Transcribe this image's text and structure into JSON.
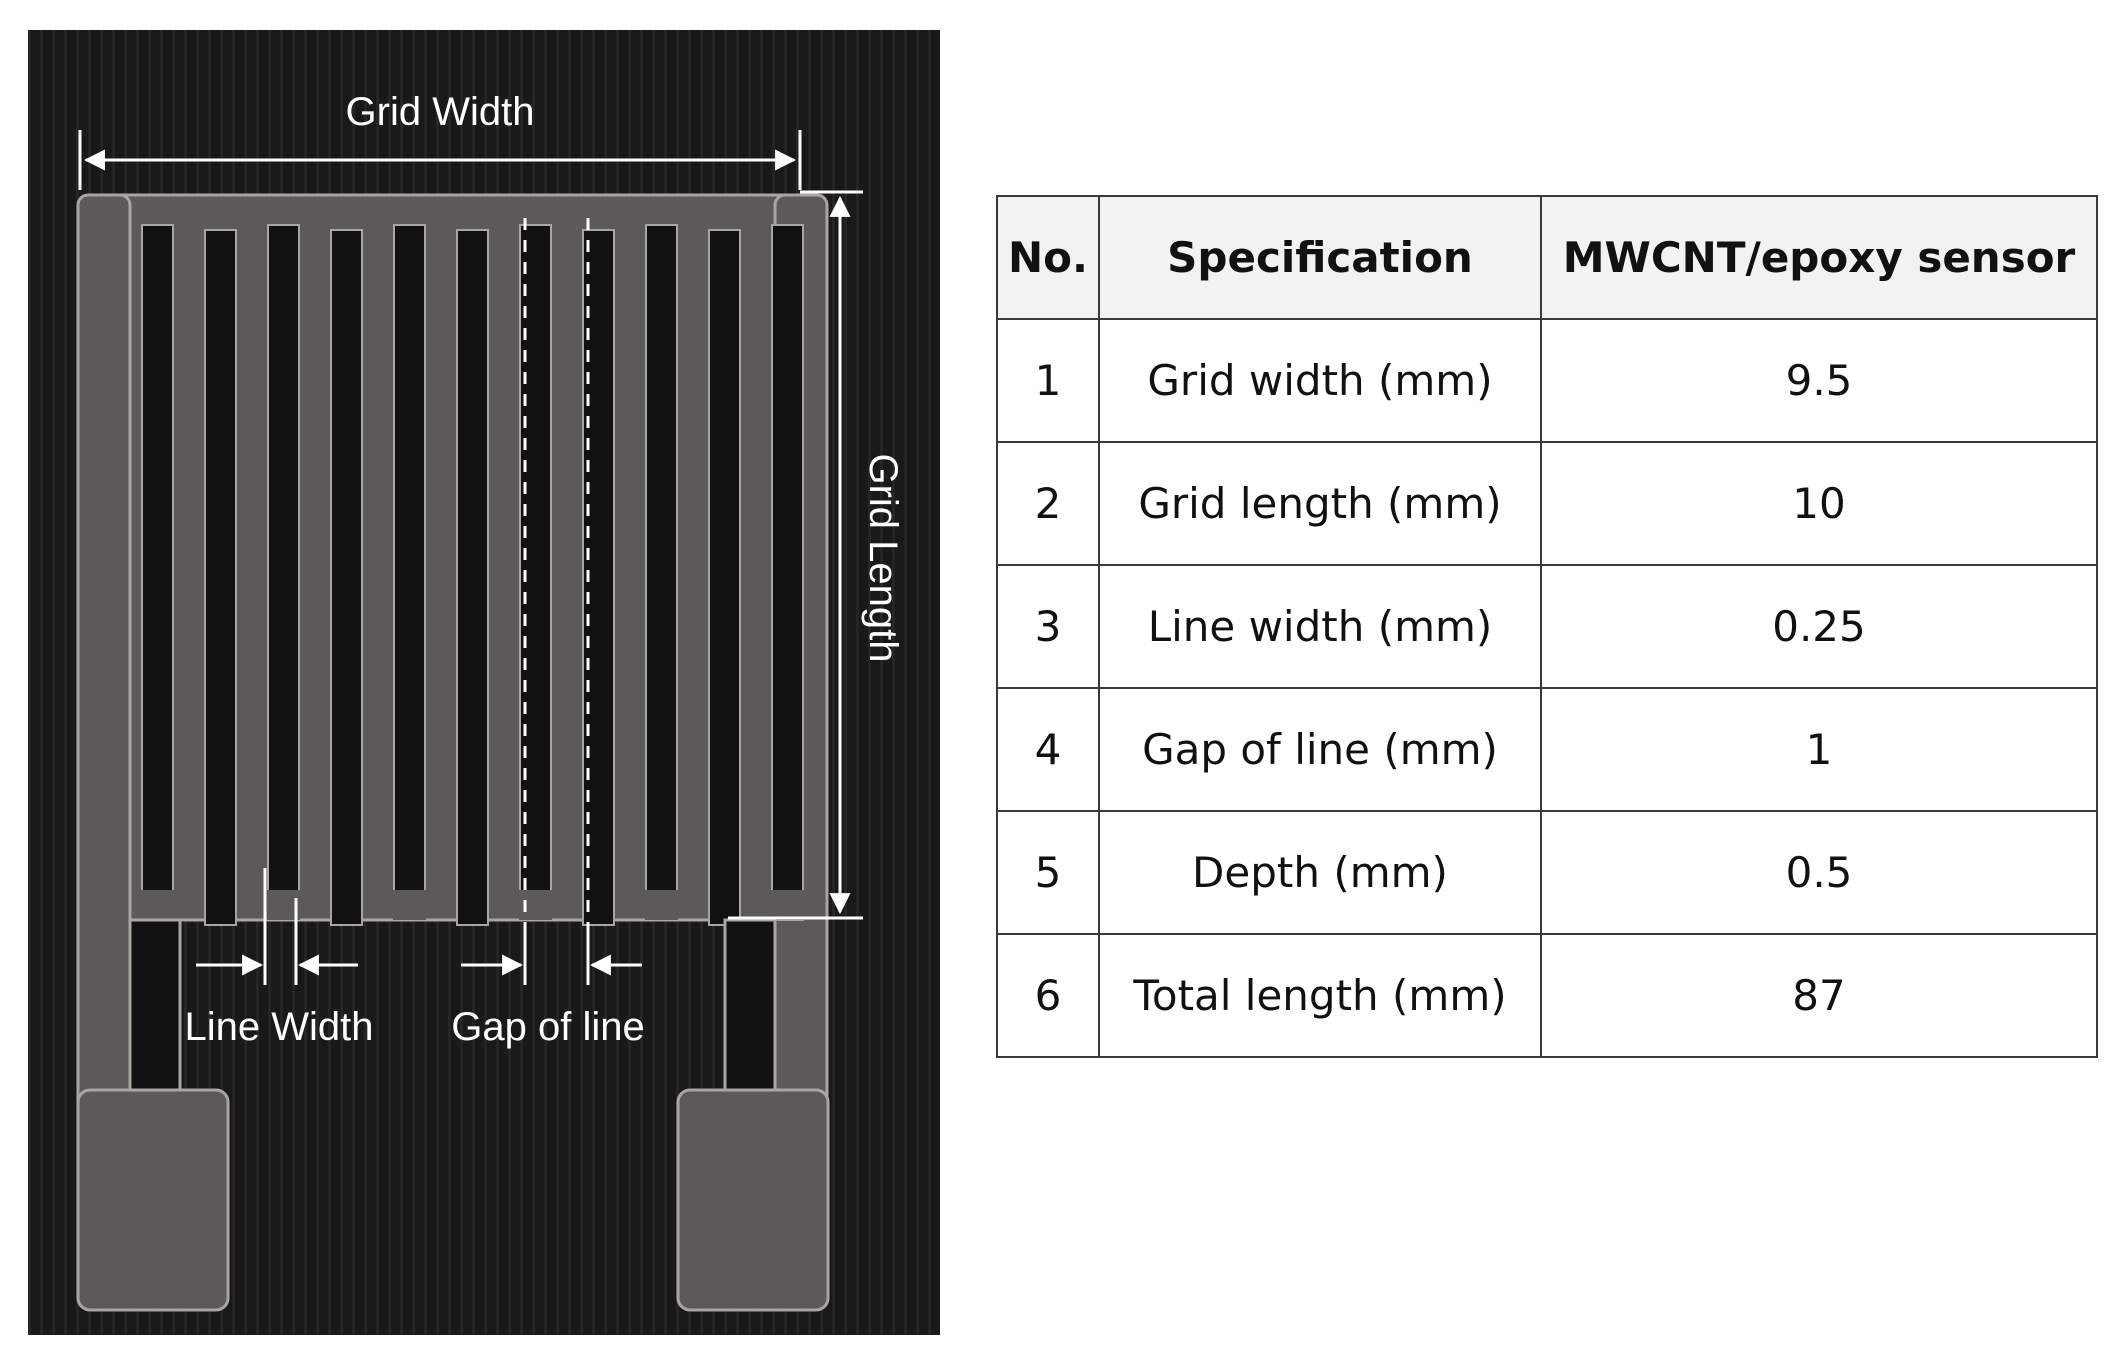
{
  "figure": {
    "annotations": {
      "grid_width": "Grid Width",
      "grid_length": "Grid Length",
      "line_width": "Line Width",
      "gap_of_line": "Gap of line"
    },
    "colors": {
      "background": "#1a1919",
      "trace": "#5c5a58",
      "trace_edge": "#a9a6a2",
      "slot": "#121111",
      "annotation": "#ffffff"
    }
  },
  "table": {
    "headers": [
      "No.",
      "Specification",
      "MWCNT/epoxy sensor"
    ],
    "rows": [
      {
        "no": "1",
        "spec": "Grid width (mm)",
        "value": "9.5"
      },
      {
        "no": "2",
        "spec": "Grid length (mm)",
        "value": "10"
      },
      {
        "no": "3",
        "spec": "Line width (mm)",
        "value": "0.25"
      },
      {
        "no": "4",
        "spec": "Gap of line (mm)",
        "value": "1"
      },
      {
        "no": "5",
        "spec": "Depth (mm)",
        "value": "0.5"
      },
      {
        "no": "6",
        "spec": "Total length (mm)",
        "value": "87"
      }
    ]
  }
}
